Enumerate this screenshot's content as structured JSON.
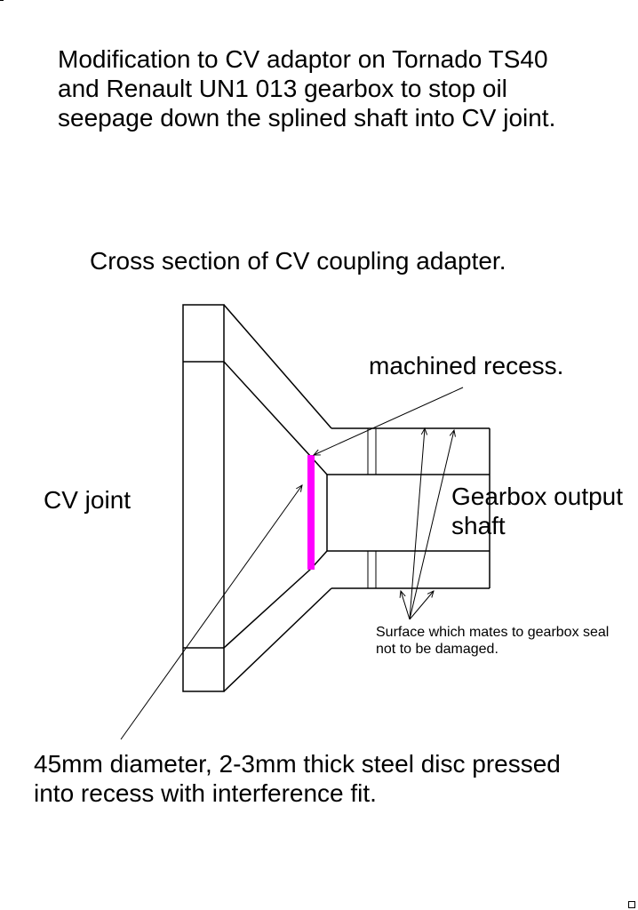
{
  "title": {
    "lines": [
      "Modification to CV adaptor on Tornado TS40",
      "and Renault UN1 013 gearbox to stop oil",
      "seepage down the splined shaft into CV joint."
    ]
  },
  "subtitle": "Cross section of CV coupling adapter.",
  "labels": {
    "machined_recess": "machined recess.",
    "cv_joint": "CV joint",
    "gearbox_output_shaft": [
      "Gearbox output",
      "shaft"
    ],
    "seal_surface": [
      "Surface which mates to gearbox seal",
      "not to be damaged."
    ],
    "disc_note": [
      "45mm diameter, 2-3mm thick steel disc pressed",
      "into recess with interference fit."
    ]
  },
  "colors": {
    "outline": "#000000",
    "disc": "#ff00ff",
    "background": "#ffffff"
  }
}
